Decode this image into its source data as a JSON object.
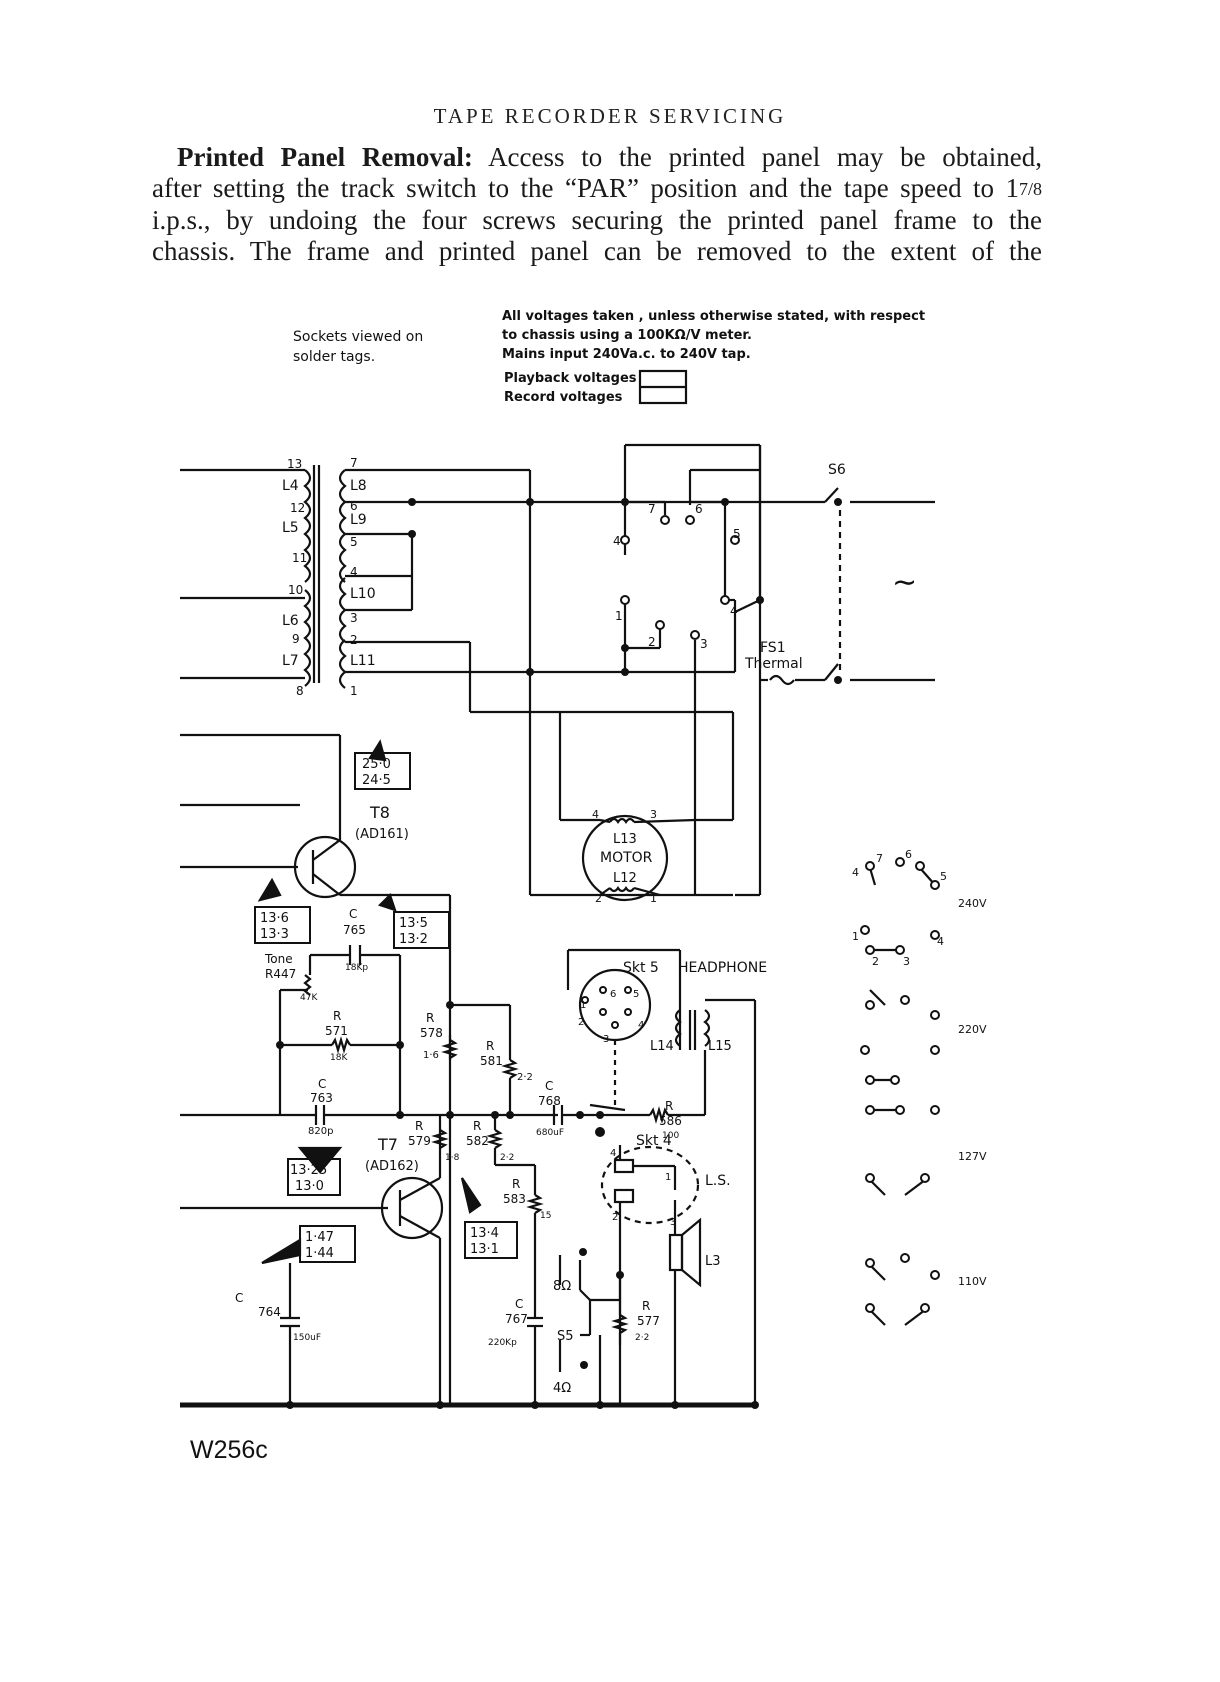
{
  "header": {
    "title": "TAPE RECORDER SERVICING"
  },
  "paragraph": {
    "heading": "Printed Panel Removal:",
    "line1_rest": "Access to the printed panel may be obtained,",
    "line2": "after setting the track switch to the “PAR” position and the tape speed to 1",
    "line2_frac": "7/8",
    "line3": "i.p.s., by undoing the four screws securing the printed panel frame to the",
    "line4": "chassis.  The frame and printed panel can be removed to the extent of the"
  },
  "notes": {
    "sockets": [
      "Sockets  viewed  on",
      "solder  tags."
    ],
    "voltages": [
      "All  voltages  taken , unless  otherwise  stated, with  respect",
      "to chassis  using  a  100KΩ/V  meter.",
      "Mains  input  240Va.c. to  240V  tap."
    ],
    "playback": "Playback  voltages",
    "record": "Record  voltages"
  },
  "transformer": {
    "left_labels": [
      "13",
      "L4",
      "12",
      "L5",
      "11",
      "10",
      "L6",
      "9",
      "L7",
      "8"
    ],
    "right_labels": [
      "7",
      "L8",
      "6",
      "L9",
      "5",
      "4",
      "L10",
      "3",
      "2",
      "L11",
      "1"
    ]
  },
  "switches": {
    "s6": "S6",
    "fuse": [
      "FS1",
      "Thermal"
    ],
    "mains_symbol": "∼",
    "tags": [
      "7",
      "6",
      "4",
      "5",
      "1",
      "2",
      "3",
      "4"
    ]
  },
  "motor": {
    "l13": "L13",
    "motor": "MOTOR",
    "l12": "L12",
    "pins": [
      "4",
      "3",
      "2",
      "1"
    ]
  },
  "transistors": {
    "t8": {
      "name": "T8",
      "type": "(AD161)"
    },
    "t7": {
      "name": "T7",
      "type": "(AD162)"
    }
  },
  "voltage_boxes": {
    "t8_collector": [
      "25·0",
      "24·5"
    ],
    "t8_base": [
      "13·6",
      "13·3"
    ],
    "t8_emitter": [
      "13·5",
      "13·2"
    ],
    "t7_base": [
      "13·25",
      "13·0"
    ],
    "t7_emitter": [
      "13·4",
      "13·1"
    ],
    "input": [
      "1·47",
      "1·44"
    ]
  },
  "components": {
    "c765": [
      "C",
      "765",
      "18Kp"
    ],
    "tone": [
      "Tone",
      "R447",
      "47K"
    ],
    "r571": [
      "R",
      "571",
      "18K"
    ],
    "c763": [
      "C",
      "763",
      "820p"
    ],
    "r578": [
      "R",
      "578",
      "1·6"
    ],
    "r581": [
      "R",
      "581",
      "2·2"
    ],
    "c768": [
      "C",
      "768",
      "680uF"
    ],
    "r586": [
      "R",
      "586",
      "100"
    ],
    "r579": [
      "R",
      "579",
      "1·8"
    ],
    "r582": [
      "R",
      "582",
      "2·2"
    ],
    "r583": [
      "R",
      "583",
      "15"
    ],
    "c764": [
      "C",
      "764",
      "150uF"
    ],
    "c767": [
      "C",
      "767",
      "220Kp"
    ],
    "r577": [
      "R",
      "577",
      "2·2"
    ]
  },
  "sockets": {
    "skt5": "Skt 5",
    "headphone": "HEADPHONE",
    "skt5_pins": [
      "1",
      "6",
      "5",
      "2",
      "3",
      "4"
    ],
    "l14": "L14",
    "l15": "L15",
    "skt4": "Skt 4",
    "skt4_pins": [
      "4",
      "1",
      "2",
      "3"
    ],
    "ls": "L.S.",
    "l3": "L3",
    "s5": "S5",
    "s5_8": "8Ω",
    "s5_4": "4Ω"
  },
  "voltage_selector": {
    "labels": [
      "240V",
      "220V",
      "127V",
      "110V"
    ],
    "pins": [
      "7",
      "6",
      "4",
      "5",
      "1",
      "2",
      "3",
      "4"
    ]
  },
  "figure_ref": "W256c"
}
